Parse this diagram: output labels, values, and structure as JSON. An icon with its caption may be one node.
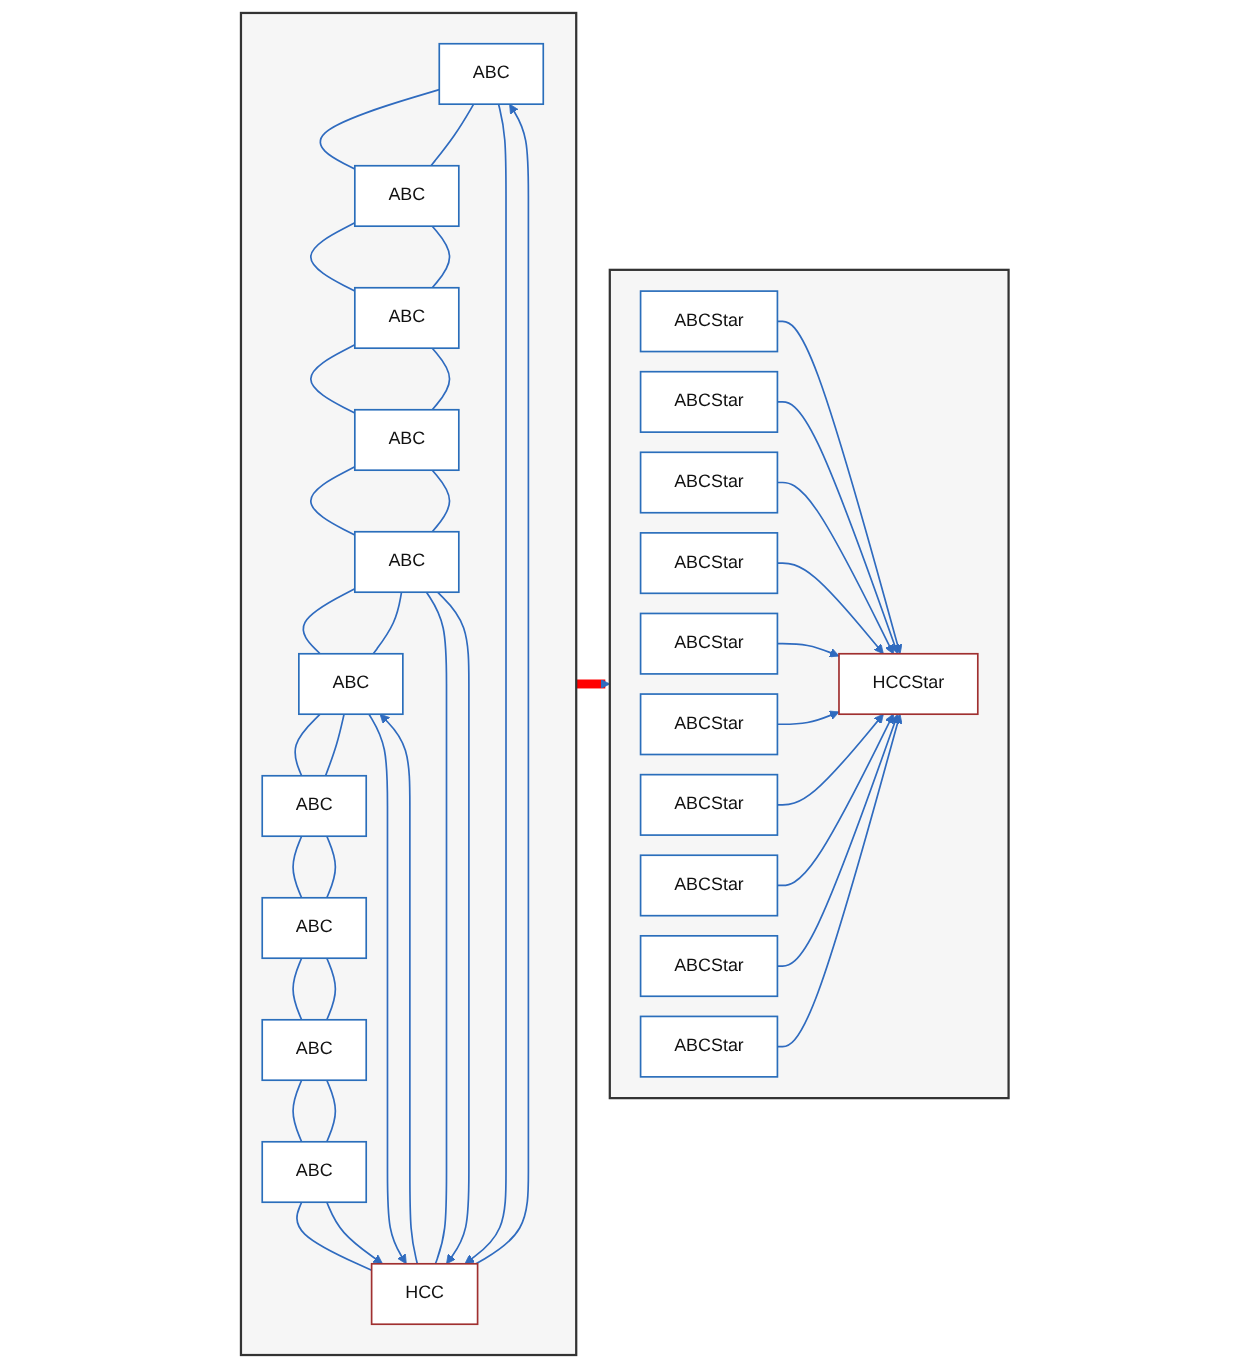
{
  "diagram": {
    "nodes": [
      {
        "text": [],
        "shape": "box"
      },
      {
        "text": [
          "ABC"
        ],
        "in": 0
      },
      {
        "text": [
          "ABC"
        ],
        "in": 0
      },
      {
        "text": [
          "ABC"
        ],
        "in": 0
      },
      {
        "text": [
          "ABC"
        ],
        "in": 0
      },
      {
        "text": [
          "ABC"
        ],
        "in": 0
      },
      {
        "text": [
          "ABC"
        ],
        "in": 0
      },
      {
        "text": [
          "ABC"
        ],
        "in": 0
      },
      {
        "text": [
          "ABC"
        ],
        "in": 0
      },
      {
        "text": [
          "ABC"
        ],
        "in": 0
      },
      {
        "text": [
          "ABC"
        ],
        "in": 0
      },
      {
        "text": [
          "HCC"
        ],
        "in": 0
      },
      {
        "text": [],
        "shape": "box"
      },
      {
        "text": [
          "ABCStar"
        ],
        "in": 12
      },
      {
        "text": [
          "ABCStar"
        ],
        "in": 12
      },
      {
        "text": [
          "ABCStar"
        ],
        "in": 12
      },
      {
        "text": [
          "ABCStar"
        ],
        "in": 12
      },
      {
        "text": [
          "ABCStar"
        ],
        "in": 12
      },
      {
        "text": [
          "ABCStar"
        ],
        "in": 12
      },
      {
        "text": [
          "ABCStar"
        ],
        "in": 12
      },
      {
        "text": [
          "ABCStar"
        ],
        "in": 12
      },
      {
        "text": [
          "ABCStar"
        ],
        "in": 12
      },
      {
        "text": [
          "ABCStar"
        ],
        "in": 12
      },
      {
        "text": [
          "HCCStar"
        ],
        "in": 12
      }
    ],
    "edges": [
      {
        "from": 1,
        "to": 2,
        "arrow": "none"
      },
      {
        "from": 1,
        "to": 2,
        "arrow": "none"
      },
      {
        "from": 2,
        "to": 3,
        "arrow": "none"
      },
      {
        "from": 2,
        "to": 3,
        "arrow": "none"
      },
      {
        "from": 3,
        "to": 4,
        "arrow": "none"
      },
      {
        "from": 3,
        "to": 4,
        "arrow": "none"
      },
      {
        "from": 4,
        "to": 5,
        "arrow": "none"
      },
      {
        "from": 4,
        "to": 5,
        "arrow": "none"
      },
      {
        "from": 5,
        "to": 6,
        "arrow": "none"
      },
      {
        "from": 5,
        "to": 6,
        "arrow": "none"
      },
      {
        "from": 6,
        "to": 7,
        "arrow": "none"
      },
      {
        "from": 6,
        "to": 7,
        "arrow": "none"
      },
      {
        "from": 7,
        "to": 8,
        "arrow": "none"
      },
      {
        "from": 7,
        "to": 8,
        "arrow": "none"
      },
      {
        "from": 8,
        "to": 9,
        "arrow": "none"
      },
      {
        "from": 8,
        "to": 9,
        "arrow": "none"
      },
      {
        "from": 9,
        "to": 10,
        "arrow": "none"
      },
      {
        "from": 9,
        "to": 10,
        "arrow": "none"
      },
      {
        "from": 11,
        "to": 1,
        "arrow": "to"
      },
      {
        "from": 1,
        "to": 11,
        "arrow": "to"
      },
      {
        "from": 5,
        "to": 11,
        "arrow": "none"
      },
      {
        "from": 5,
        "to": 11,
        "arrow": "to"
      },
      {
        "from": 11,
        "to": 6,
        "arrow": "to"
      },
      {
        "from": 6,
        "to": 11,
        "arrow": "to"
      },
      {
        "from": 10,
        "to": 11,
        "arrow": "none"
      },
      {
        "from": 10,
        "to": 11,
        "arrow": "to"
      },
      {
        "from": 0,
        "to": 12,
        "arrow": "to",
        "style": "thick",
        "color": "#ff0000"
      },
      {
        "from": 13,
        "to": 23,
        "arrow": "to"
      },
      {
        "from": 14,
        "to": 23,
        "arrow": "to"
      },
      {
        "from": 15,
        "to": 23,
        "arrow": "to"
      },
      {
        "from": 16,
        "to": 23,
        "arrow": "to"
      },
      {
        "from": 17,
        "to": 23,
        "arrow": "to"
      },
      {
        "from": 18,
        "to": 23,
        "arrow": "to"
      },
      {
        "from": 19,
        "to": 23,
        "arrow": "to"
      },
      {
        "from": 20,
        "to": 23,
        "arrow": "to"
      },
      {
        "from": 21,
        "to": 23,
        "arrow": "to"
      },
      {
        "from": 22,
        "to": 23,
        "arrow": "to"
      }
    ]
  }
}
